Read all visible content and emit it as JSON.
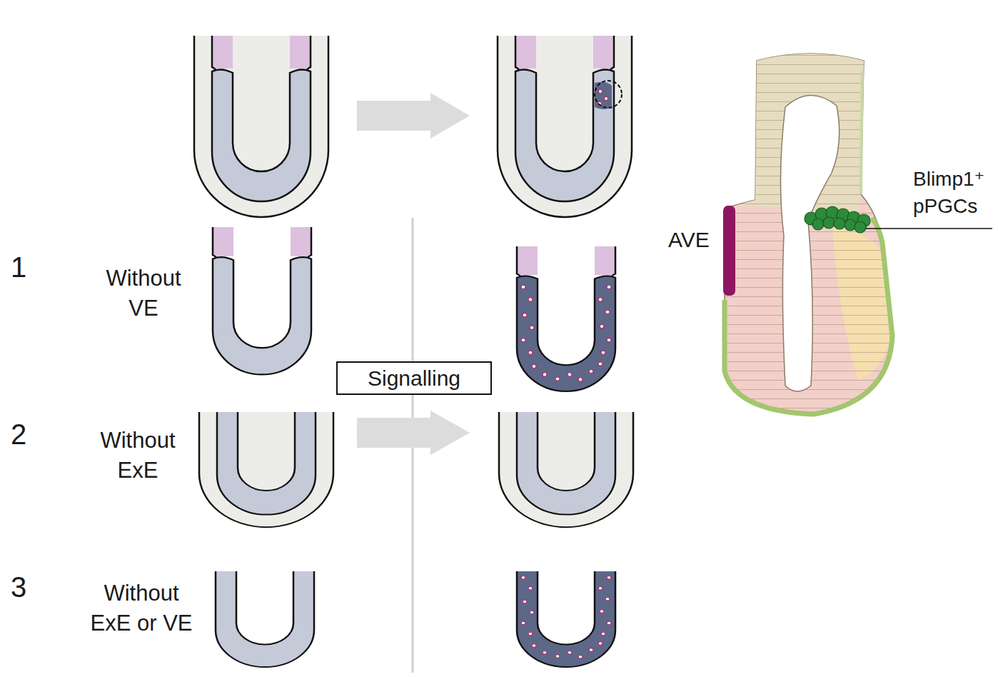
{
  "diagram": {
    "nodes": [
      {
        "text": [
          "Signalling"
        ]
      }
    ],
    "labels": [
      "1",
      "Without VE",
      "2",
      "Without ExE",
      "3",
      "Without ExE or VE",
      "AVE",
      "Blimp1⁺ pPGCs"
    ]
  }
}
